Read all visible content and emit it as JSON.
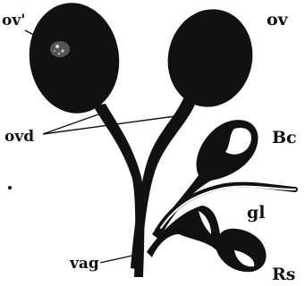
{
  "figure": {
    "labels": {
      "ov_prime": "ov'",
      "ov": "ov",
      "ovd": "ovd",
      "bc": "Bc",
      "gl": "gl",
      "vag": "vag",
      "rs": "Rs"
    },
    "colors": {
      "ink": "#111111",
      "paper": "#ffffff"
    }
  }
}
